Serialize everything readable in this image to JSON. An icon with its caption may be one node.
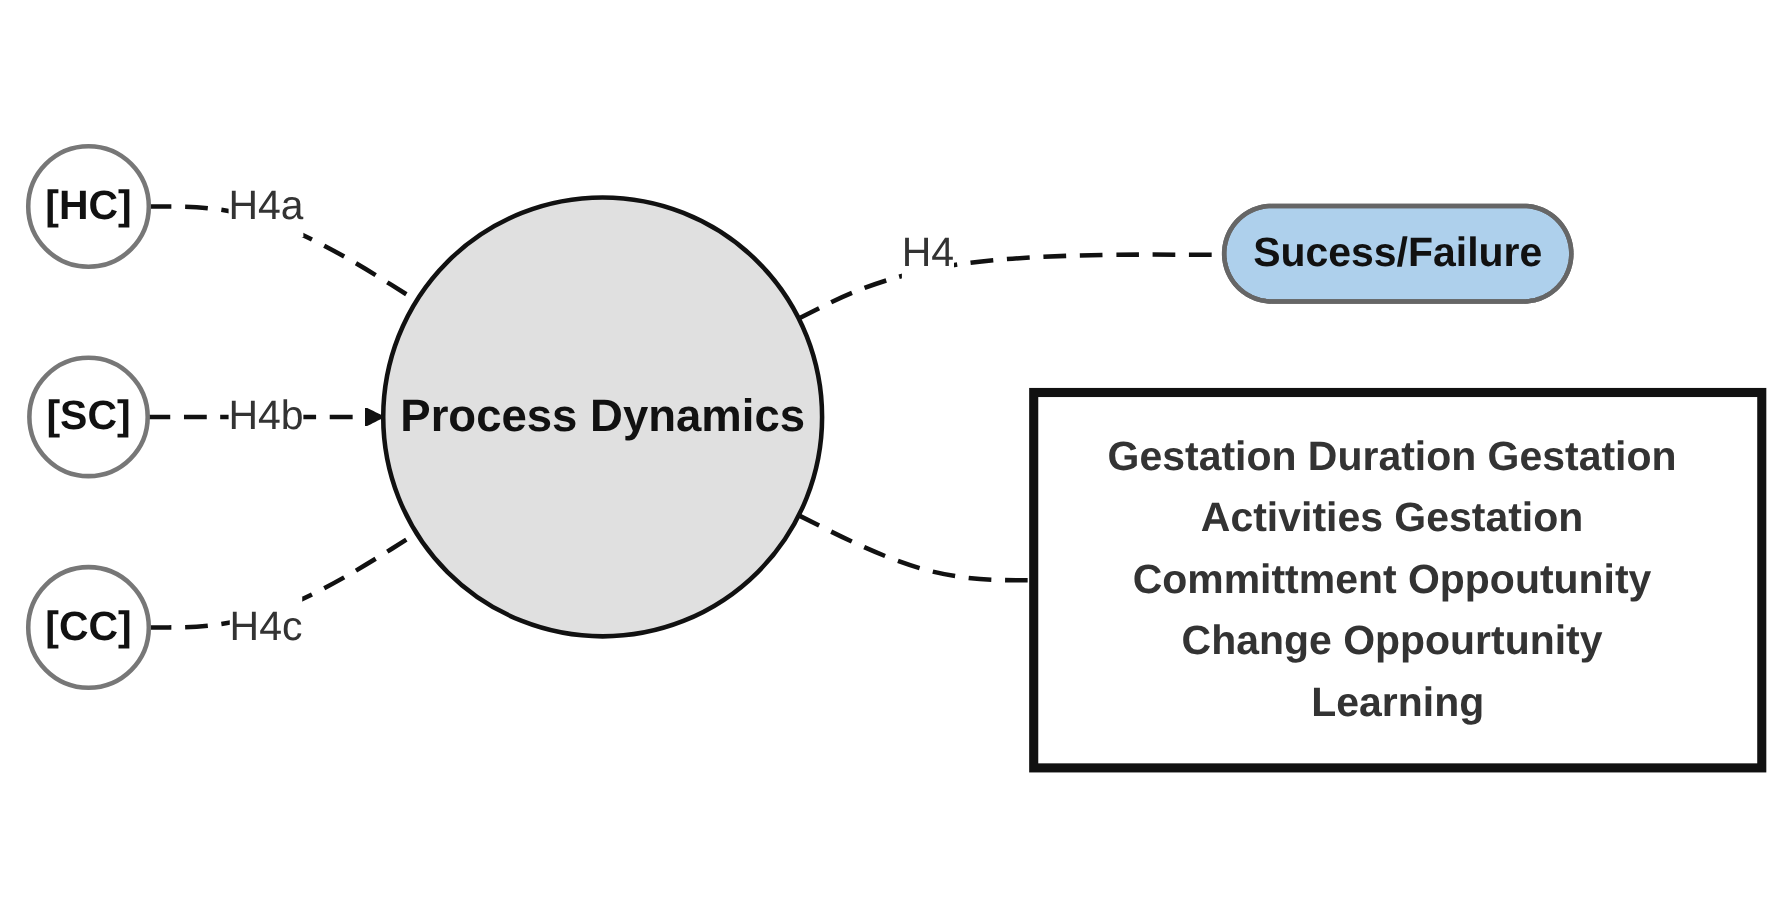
{
  "diagram": {
    "nodes": [
      {
        "text": [
          "[HC]"
        ]
      },
      {
        "text": [
          "[SC]"
        ]
      },
      {
        "text": [
          "[CC]"
        ]
      },
      {
        "text": [
          "Process Dynamics"
        ]
      },
      {
        "text": [
          "Sucess/Failure"
        ]
      },
      {
        "text": [
          "Gestation Duration Gestation Activities Gestation Committment Oppoutunity Change Oppourtunity Learning"
        ]
      }
    ],
    "edges": [
      {
        "from": 0,
        "to": 3,
        "label": "H4a",
        "arrow": "none",
        "style": "dashed"
      },
      {
        "from": 1,
        "to": 3,
        "label": "H4b",
        "arrow": "to",
        "style": "dashed"
      },
      {
        "from": 2,
        "to": 3,
        "label": "H4c",
        "arrow": "none",
        "style": "dashed"
      },
      {
        "from": 3,
        "to": 4,
        "label": "H4",
        "arrow": "none",
        "style": "dashed"
      },
      {
        "from": 3,
        "to": 5,
        "arrow": "none",
        "style": "dashed"
      }
    ]
  }
}
